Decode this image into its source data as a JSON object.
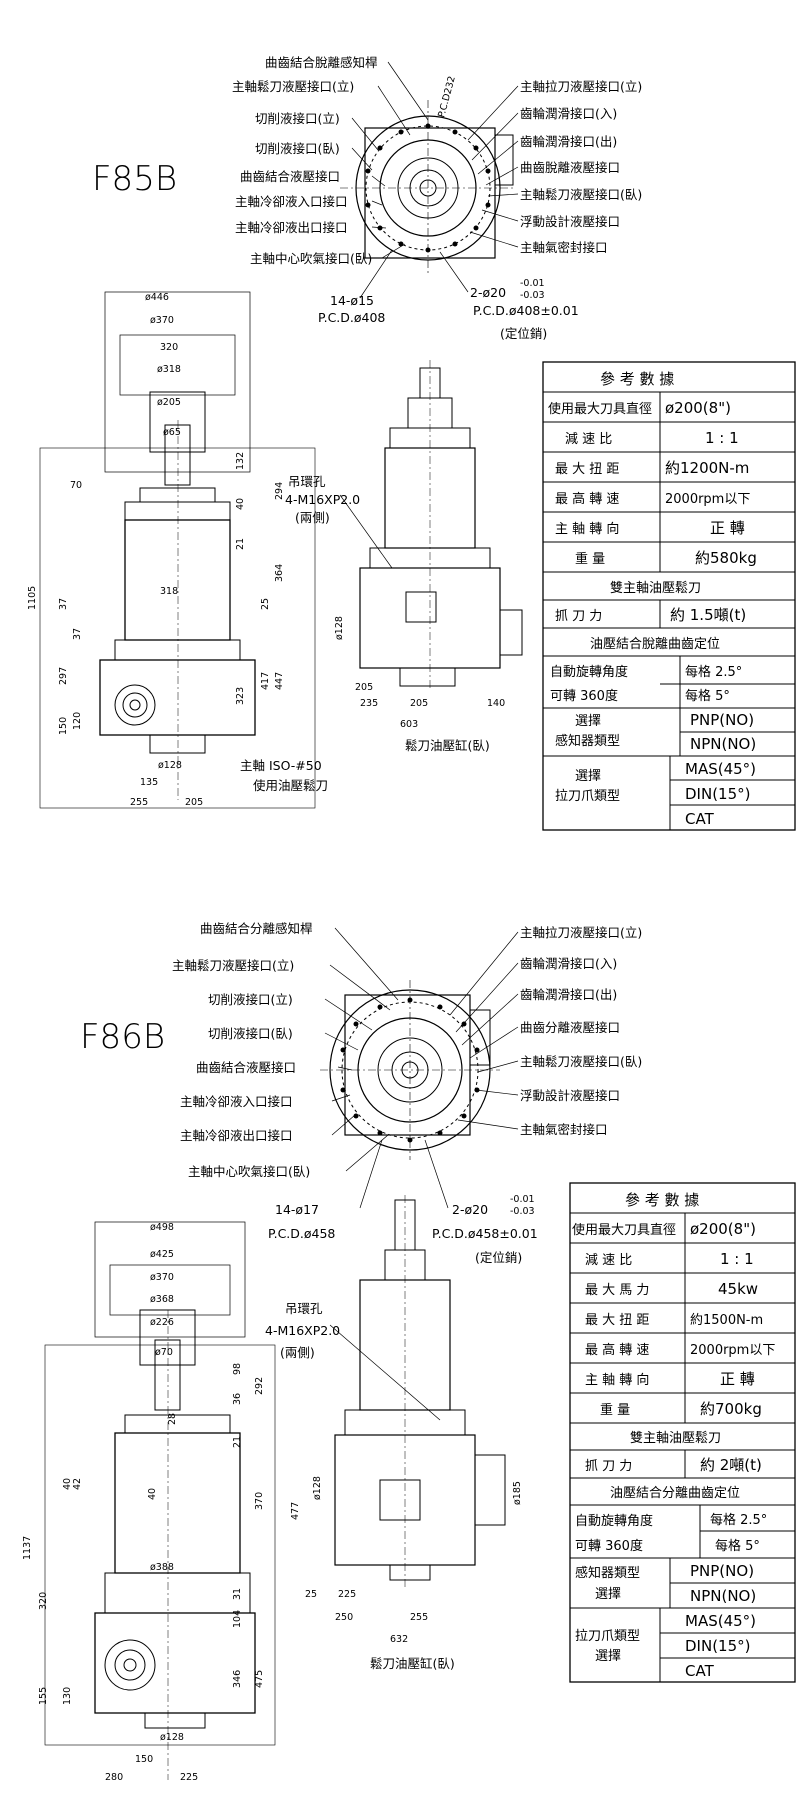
{
  "f85b": {
    "model": "F85B",
    "callouts_left": [
      "曲齒結合脫離感知桿",
      "主軸鬆刀液壓接口(立)",
      "切削液接口(立)",
      "切削液接口(臥)",
      "曲齒結合液壓接口",
      "主軸冷卻液入口接口",
      "主軸冷卻液出口接口",
      "主軸中心吹氣接口(臥)"
    ],
    "callouts_right": [
      "主軸拉刀液壓接口(立)",
      "齒輪潤滑接口(入)",
      "齒輪潤滑接口(出)",
      "曲齒脫離液壓接口",
      "主軸鬆刀液壓接口(臥)",
      "浮動設計液壓接口",
      "主軸氣密封接口"
    ],
    "pcd_small": "P.C.D232",
    "holes": "14-ø15",
    "holes_pcd": "P.C.D.ø408",
    "pin": "2-ø20",
    "pin_tol_upper": "-0.01",
    "pin_tol_lower": "-0.03",
    "pin_pcd": "P.C.D.ø408±0.01",
    "pin_note": "(定位銷)",
    "dims_top": [
      "ø446",
      "ø370",
      "320",
      "ø318",
      "ø205",
      "ø65"
    ],
    "dims_left": [
      "1105",
      "37",
      "297",
      "150",
      "120",
      "37"
    ],
    "dims_right": [
      "132",
      "294",
      "364",
      "25",
      "447",
      "417",
      "323",
      "21",
      "40"
    ],
    "dims_mid": [
      "70",
      "318",
      "ø128",
      "135",
      "255",
      "205"
    ],
    "spindle_note_1": "主軸 ISO-#50",
    "spindle_note_2": "使用油壓鬆刀",
    "lift_hole_1": "吊環孔",
    "lift_hole_2": "4-M16XP2.0",
    "lift_hole_3": "(兩側)",
    "side_dims": [
      "ø128",
      "205",
      "235",
      "205",
      "140",
      "603"
    ],
    "cylinder_note": "鬆刀油壓缸(臥)",
    "table": {
      "title": "參 考 數 據",
      "rows": [
        [
          "使用最大刀具直徑",
          "ø200(8\")"
        ],
        [
          "減 速 比",
          "1 : 1"
        ],
        [
          "最 大 扭 距",
          "約1200N-m"
        ],
        [
          "最 高 轉 速",
          "2000rpm以下"
        ],
        [
          "主 軸 轉 向",
          "正 轉"
        ],
        [
          "重 量",
          "約580kg"
        ]
      ],
      "section1": "雙主軸油壓鬆刀",
      "clamp_label": "抓 刀 力",
      "clamp_value": "約 1.5噸(t)",
      "section2": "油壓結合脫離曲齒定位",
      "angle_label_1": "自動旋轉角度",
      "angle_label_2": "可轉 360度",
      "angle_val_1": "每格 2.5°",
      "angle_val_2": "每格 5°",
      "sensor_label_1": "選擇",
      "sensor_label_2": "感知器類型",
      "sensor_opts": [
        "PNP(NO)",
        "NPN(NO)"
      ],
      "pull_label_1": "選擇",
      "pull_label_2": "拉刀爪類型",
      "pull_opts": [
        "MAS(45°)",
        "DIN(15°)",
        "CAT"
      ]
    }
  },
  "f86b": {
    "model": "F86B",
    "callouts_left": [
      "曲齒結合分離感知桿",
      "主軸鬆刀液壓接口(立)",
      "切削液接口(立)",
      "切削液接口(臥)",
      "曲齒結合液壓接口",
      "主軸冷卻液入口接口",
      "主軸冷卻液出口接口",
      "主軸中心吹氣接口(臥)"
    ],
    "callouts_right": [
      "主軸拉刀液壓接口(立)",
      "齒輪潤滑接口(入)",
      "齒輪潤滑接口(出)",
      "曲齒分離液壓接口",
      "主軸鬆刀液壓接口(臥)",
      "浮動設計液壓接口",
      "主軸氣密封接口"
    ],
    "holes": "14-ø17",
    "holes_pcd": "P.C.D.ø458",
    "pin": "2-ø20",
    "pin_tol_upper": "-0.01",
    "pin_tol_lower": "-0.03",
    "pin_pcd": "P.C.D.ø458±0.01",
    "pin_note": "(定位銷)",
    "dims_top": [
      "ø498",
      "ø425",
      "ø370",
      "ø368",
      "ø226",
      "ø70"
    ],
    "dims_left": [
      "1137",
      "40",
      "42",
      "320",
      "155",
      "130"
    ],
    "dims_right": [
      "98",
      "292",
      "36",
      "28",
      "21",
      "370",
      "31",
      "104",
      "346",
      "475",
      "40"
    ],
    "dims_mid": [
      "ø388",
      "ø128",
      "150",
      "280",
      "225"
    ],
    "lift_hole_1": "吊環孔",
    "lift_hole_2": "4-M16XP2.0",
    "lift_hole_3": "(兩側)",
    "side_dims": [
      "477",
      "ø128",
      "ø185",
      "25",
      "225",
      "250",
      "255",
      "632"
    ],
    "cylinder_note": "鬆刀油壓缸(臥)",
    "table": {
      "title": "參 考 數 據",
      "rows": [
        [
          "使用最大刀具直徑",
          "ø200(8\")"
        ],
        [
          "減 速 比",
          "1 : 1"
        ],
        [
          "最 大 馬 力",
          "45kw"
        ],
        [
          "最 大 扭 距",
          "約1500N-m"
        ],
        [
          "最 高 轉 速",
          "2000rpm以下"
        ],
        [
          "主 軸 轉 向",
          "正 轉"
        ],
        [
          "重 量",
          "約700kg"
        ]
      ],
      "section1": "雙主軸油壓鬆刀",
      "clamp_label": "抓 刀 力",
      "clamp_value": "約 2噸(t)",
      "section2": "油壓結合分離曲齒定位",
      "angle_label_1": "自動旋轉角度",
      "angle_label_2": "可轉 360度",
      "angle_val_1": "每格 2.5°",
      "angle_val_2": "每格 5°",
      "sensor_label_1": "感知器類型",
      "sensor_label_2": "選擇",
      "sensor_opts": [
        "PNP(NO)",
        "NPN(NO)"
      ],
      "pull_label_1": "拉刀爪類型",
      "pull_label_2": "選擇",
      "pull_opts": [
        "MAS(45°)",
        "DIN(15°)",
        "CAT"
      ]
    }
  }
}
